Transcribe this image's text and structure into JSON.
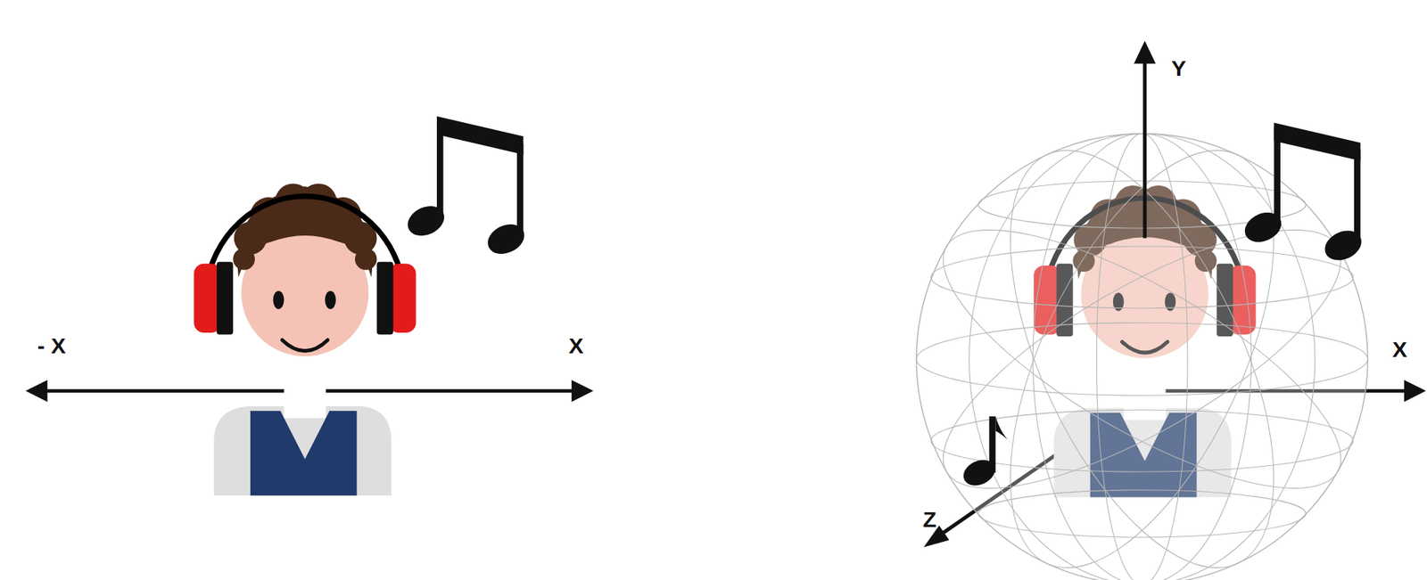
{
  "diagram": {
    "labels": [
      "- X",
      "X",
      "Y",
      "X",
      "Z"
    ]
  }
}
